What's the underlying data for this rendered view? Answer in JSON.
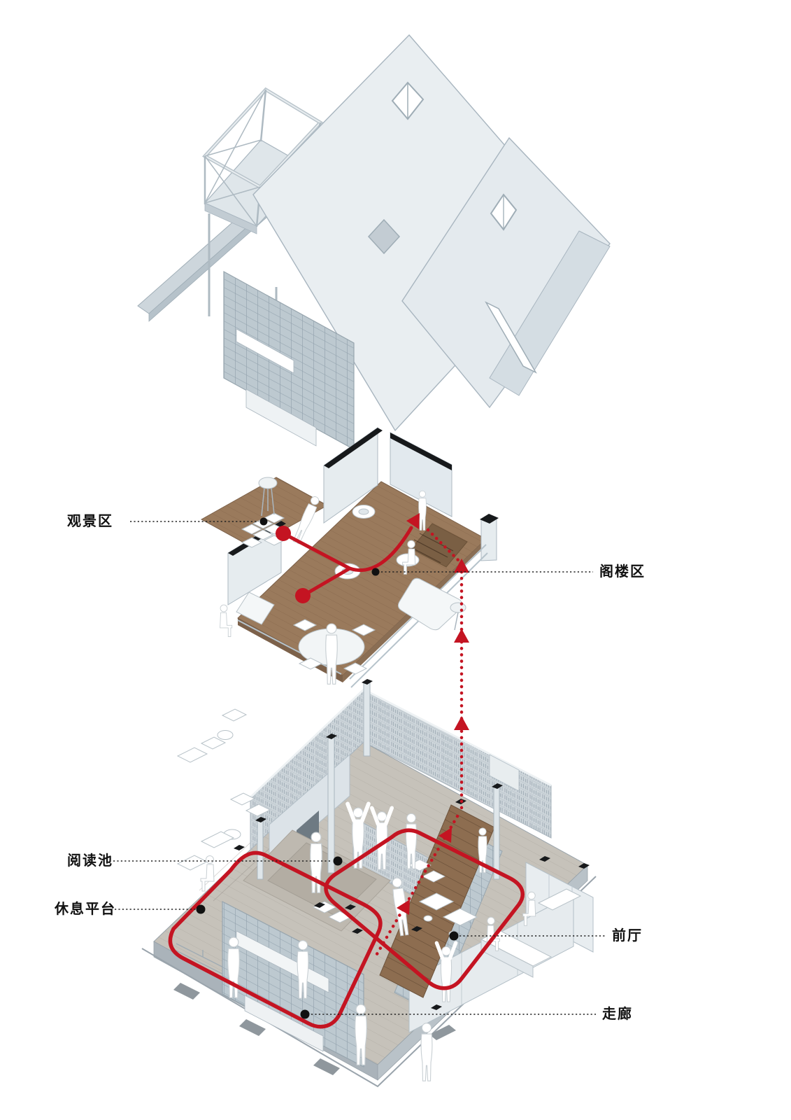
{
  "page": {
    "kind": "exploded axonometric circulation diagram of a two-storey bookstore house",
    "background": "#ffffff"
  },
  "labels": {
    "viewing_area": {
      "text": "观景区"
    },
    "attic_area": {
      "text": "阁楼区"
    },
    "reading_pool": {
      "text": "阅读池"
    },
    "rest_platform": {
      "text": "休息平台"
    },
    "front_hall": {
      "text": "前厅"
    },
    "corridor": {
      "text": "走廊"
    }
  },
  "colors": {
    "accent_red": "#c41422",
    "wood_floor": "#9a7a5c",
    "stair_wood": "#8d6d50",
    "ground_floor": "#c6c2ba",
    "roof_panel": "#e9eef1",
    "wall_light": "#e2e9ee",
    "cap_black": "#17191b",
    "leader_line": "#222222",
    "label_text": "#111111"
  },
  "circulation": {
    "solid_loop_count": 2,
    "vertical_connector_up_arrows": 3,
    "style": "solid loops on floors, dotted vertical link with upward arrows between levels"
  }
}
